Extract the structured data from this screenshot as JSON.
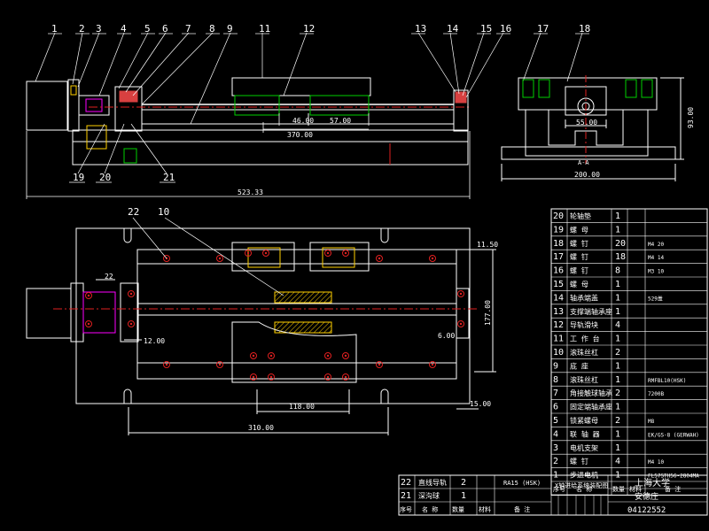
{
  "colors": {
    "background": "#000000",
    "line": "#ffffff",
    "green": "#00d000",
    "red": "#e02020",
    "magenta": "#ff00ff",
    "yellow": "#ffd000",
    "cyan": "#00c8ff"
  },
  "callouts_top": [
    "1",
    "2",
    "3",
    "4",
    "5",
    "6",
    "7",
    "8",
    "9",
    "11",
    "12",
    "13",
    "14",
    "15",
    "16",
    "17",
    "18"
  ],
  "callouts_bottom": [
    "19",
    "20",
    "21"
  ],
  "callouts_plan": [
    "22",
    "10"
  ],
  "dimensions": {
    "d_46": "46.00",
    "d_57": "57.00",
    "d_370": "370.00",
    "d_523": "523.33",
    "d_55": "55.00",
    "d_93": "93.00",
    "d_200": "200.00",
    "section_label": "A-A",
    "d_22": "22",
    "d_12": "12.00",
    "d_11_5": "11.50",
    "d_177": "177.00",
    "d_6": "6.00",
    "d_118": "118.00",
    "d_310": "310.00",
    "d_15": "15.00"
  },
  "bom_rows": [
    {
      "no": "20",
      "name": "轮轴垫",
      "qty": "1",
      "spec": ""
    },
    {
      "no": "19",
      "name": "螺 母",
      "qty": "1",
      "spec": ""
    },
    {
      "no": "18",
      "name": "螺 钉",
      "qty": "20",
      "spec": "M4 20"
    },
    {
      "no": "17",
      "name": "螺 钉",
      "qty": "18",
      "spec": "M4 14"
    },
    {
      "no": "16",
      "name": "螺 钉",
      "qty": "8",
      "spec": "M3 10"
    },
    {
      "no": "15",
      "name": "螺 母",
      "qty": "1",
      "spec": ""
    },
    {
      "no": "14",
      "name": "轴承端盖",
      "qty": "1",
      "spec": "529盖"
    },
    {
      "no": "13",
      "name": "支撑端轴承座",
      "qty": "1",
      "spec": ""
    },
    {
      "no": "12",
      "name": "导轨滑块",
      "qty": "4",
      "spec": ""
    },
    {
      "no": "11",
      "name": "工 作 台",
      "qty": "1",
      "spec": ""
    },
    {
      "no": "10",
      "name": "滚珠丝杠",
      "qty": "2",
      "spec": ""
    },
    {
      "no": "9",
      "name": "底 座",
      "qty": "1",
      "spec": ""
    },
    {
      "no": "8",
      "name": "滚珠丝杠",
      "qty": "1",
      "spec": "RMFBL10(HSK)"
    },
    {
      "no": "7",
      "name": "角接触球轴承",
      "qty": "2",
      "spec": "7200B"
    },
    {
      "no": "6",
      "name": "固定端轴承座",
      "qty": "1",
      "spec": ""
    },
    {
      "no": "5",
      "name": "锁紧螺母",
      "qty": "2",
      "spec": "M8"
    },
    {
      "no": "4",
      "name": "联 轴 器",
      "qty": "1",
      "spec": "EK/GS-8 (GERWAH)"
    },
    {
      "no": "3",
      "name": "电机支架",
      "qty": "1",
      "spec": ""
    },
    {
      "no": "2",
      "name": "螺 钉",
      "qty": "4",
      "spec": "M4 10"
    },
    {
      "no": "1",
      "name": "步进电机",
      "qty": "1",
      "spec": "FL57STH56-2804MA"
    }
  ],
  "bom_header": {
    "no": "序号",
    "name": "名 称",
    "qty": "数量",
    "mat": "材料",
    "remark": "备 注"
  },
  "bottom_rows": [
    {
      "no": "22",
      "name": "直线导轨",
      "qty": "2",
      "spec": "RA15 (HSK)"
    },
    {
      "no": "21",
      "name": "深沟球",
      "qty": "1",
      "spec": ""
    }
  ],
  "bottom_header": {
    "no": "序号",
    "name": "名 称",
    "qty": "数量",
    "mat": "材料",
    "remark": "备 注"
  },
  "title_block": {
    "drawing_title": "X轴进给系统装配图",
    "university": "上海大学",
    "author": "安德庄",
    "drawing_no": "04122552"
  }
}
